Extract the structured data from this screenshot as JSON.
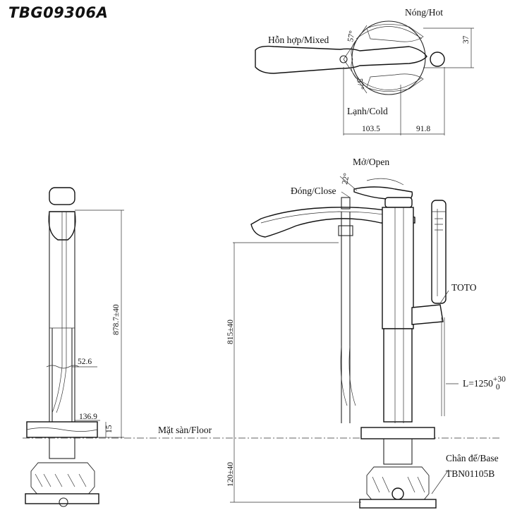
{
  "title": "TBG09306A",
  "top_view": {
    "hot_label": "Nóng/Hot",
    "mixed_label": "Hỗn hợp/Mixed",
    "cold_label": "Lạnh/Cold",
    "angle_hot": "57°",
    "angle_cold": "57°",
    "dim_height": "37",
    "dim_left": "103.5",
    "dim_right": "91.8"
  },
  "side_view": {
    "dim_total_height": "878.7±40",
    "dim_pipe": "52.6",
    "dim_base_width": "136.9",
    "dim_base_height": "15"
  },
  "front_view": {
    "open_label": "Mở/Open",
    "close_label": "Đóng/Close",
    "angle_open": "22°",
    "brand_label": "TOTO",
    "dim_spout_height": "815±40",
    "hose_label": "L=1250",
    "hose_tol_plus": "+30",
    "hose_tol_minus": "0",
    "floor_label": "Mặt sàn/Floor",
    "dim_base_depth": "120±40",
    "base_label": "Chân đế/Base",
    "base_model": "TBN01105B"
  }
}
